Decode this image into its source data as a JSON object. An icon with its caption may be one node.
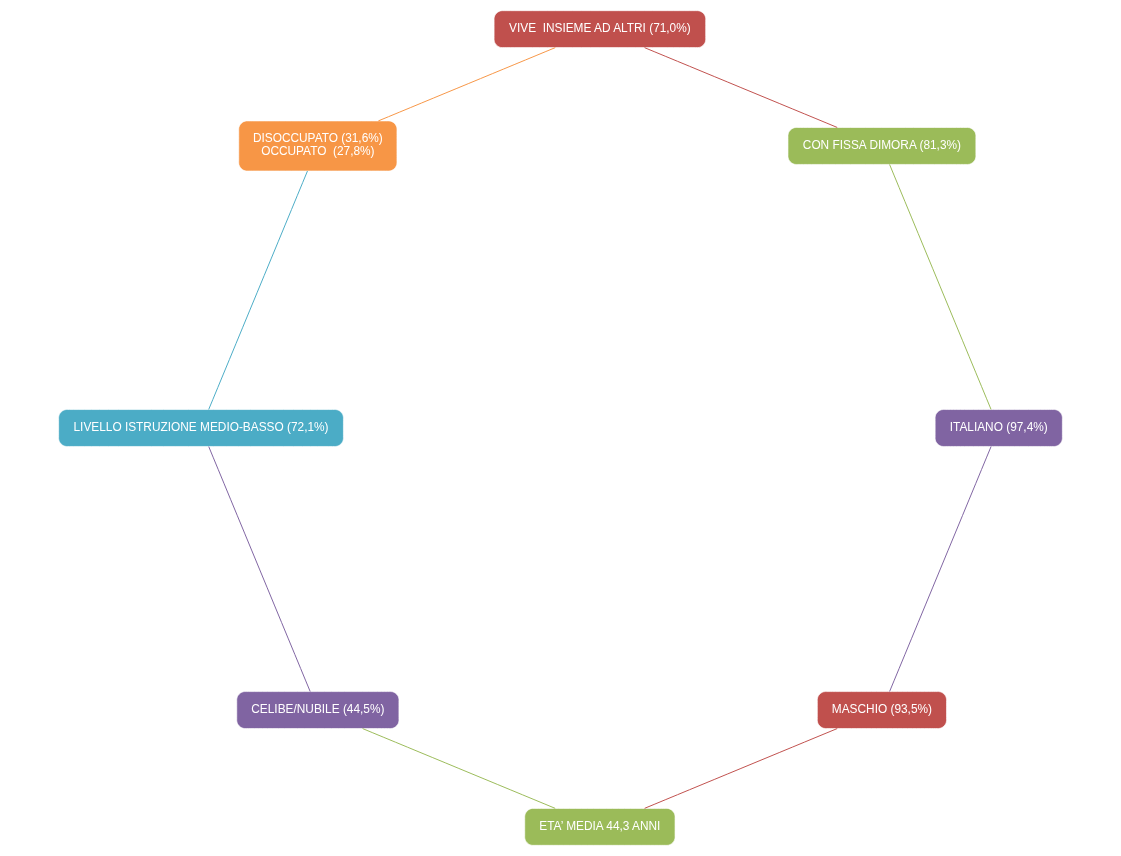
{
  "diagram": {
    "nodes": [
      {
        "text": [
          "MASCHIO (93,5%)"
        ]
      },
      {
        "text": [
          "ETA’ MEDIA 44,3 ANNI"
        ]
      },
      {
        "text": [
          "CELIBE/NUBILE (44,5%)"
        ]
      },
      {
        "text": [
          "LIVELLO ISTRUZIONE MEDIO-BASSO (72,1%)"
        ]
      },
      {
        "text": [
          "DISOCCUPATO (31,6%)",
          "OCCUPATO  (27,8%)"
        ]
      },
      {
        "text": [
          "VIVE  INSIEME AD ALTRI (71,0%)"
        ]
      },
      {
        "text": [
          "CON FISSA DIMORA (81,3%)"
        ]
      },
      {
        "text": [
          "ITALIANO (97,4%)"
        ]
      }
    ],
    "edges": [
      {
        "from": 0,
        "to": 1,
        "arrow": "none",
        "color": "#c0504d"
      },
      {
        "from": 1,
        "to": 2,
        "arrow": "none",
        "color": "#9bbb59"
      },
      {
        "from": 2,
        "to": 3,
        "arrow": "none",
        "color": "#8064a2"
      },
      {
        "from": 3,
        "to": 4,
        "arrow": "none",
        "color": "#4bacc6"
      },
      {
        "from": 4,
        "to": 5,
        "arrow": "none",
        "color": "#f79646"
      },
      {
        "from": 5,
        "to": 6,
        "arrow": "none",
        "color": "#c0504d"
      },
      {
        "from": 6,
        "to": 7,
        "arrow": "none",
        "color": "#9bbb59"
      },
      {
        "from": 7,
        "to": 0,
        "arrow": "none",
        "color": "#8064a2"
      }
    ]
  }
}
